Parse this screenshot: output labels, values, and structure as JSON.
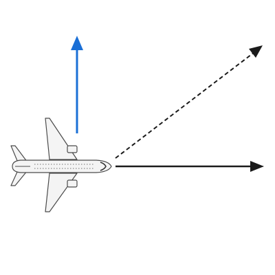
{
  "figure": {
    "background": "#ffffff",
    "aircraft": {
      "heading": "east",
      "fuselage_color": "#f4f4f4",
      "outline_color": "#4a4a4a",
      "window_color": "#8a8a8a"
    },
    "arrows": [
      {
        "name": "upward-vector",
        "direction": "north",
        "style": "solid",
        "color": "#1a6fd6"
      },
      {
        "name": "diagonal-vector",
        "direction": "north-east",
        "style": "dashed",
        "color": "#1a1a1a"
      },
      {
        "name": "horizontal-vector",
        "direction": "east",
        "style": "solid",
        "color": "#1a1a1a"
      }
    ]
  }
}
